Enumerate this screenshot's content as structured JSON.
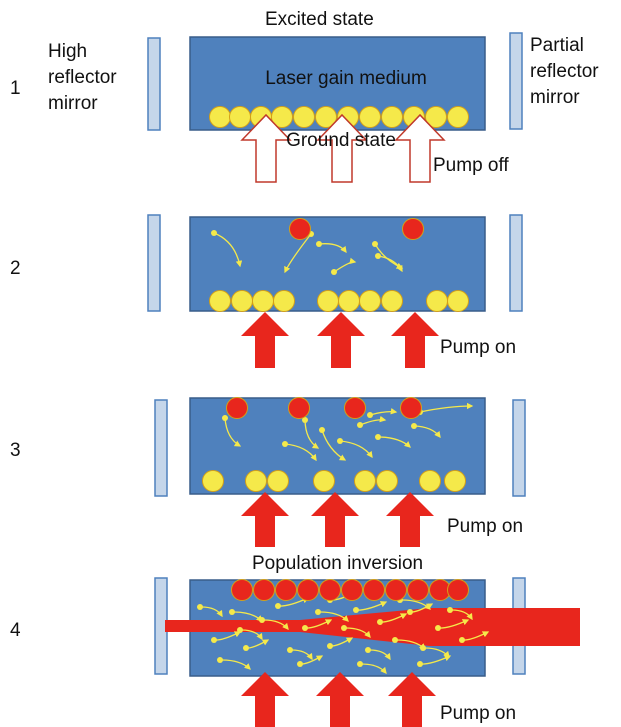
{
  "panel1": {
    "number": "1",
    "excited_label": "Excited state",
    "high_reflector_label": [
      "High",
      "reflector",
      "mirror"
    ],
    "partial_reflector_label": [
      "Partial",
      "reflector",
      "mirror"
    ],
    "gain_medium_label": "Laser gain medium",
    "ground_label": "Ground state",
    "pump_label": "Pump off"
  },
  "panel2": {
    "number": "2",
    "pump_label": "Pump on"
  },
  "panel3": {
    "number": "3",
    "pump_label": "Pump on"
  },
  "panel4": {
    "number": "4",
    "title": "Population inversion",
    "pump_label": "Pump on"
  },
  "colors": {
    "medium": "#4f81bd",
    "medium_border": "#385d8a",
    "mirror": "#c5d6ea",
    "ground_atom": "#f5e94a",
    "excited_atom": "#e8261d",
    "pump_arrow": "#e8261d",
    "laser_beam": "#e8261d"
  }
}
